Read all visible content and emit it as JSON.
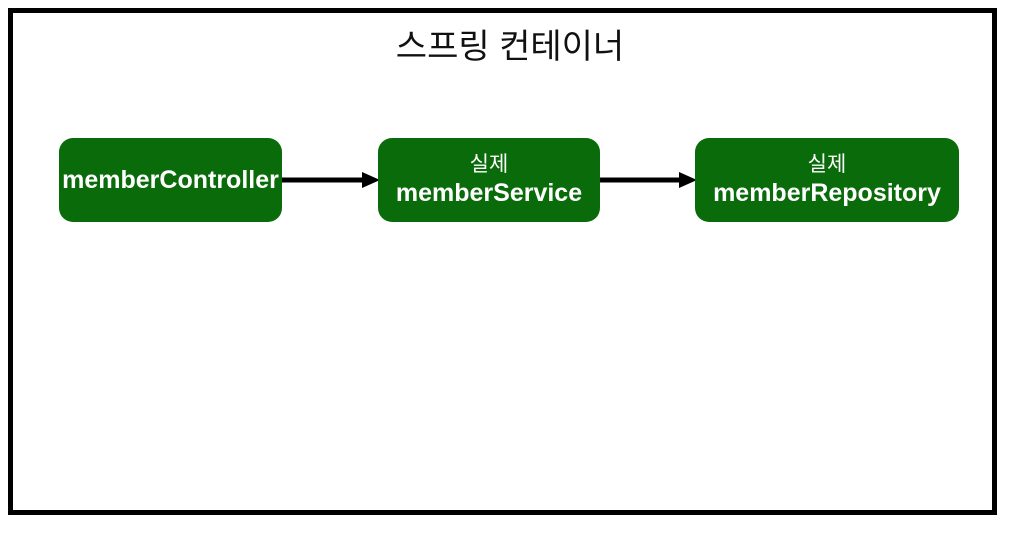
{
  "diagram": {
    "type": "flow",
    "title": "스프링 컨테이너",
    "background_color": "#ffffff",
    "frame_border_color": "#000000",
    "node_fill_color": "#0a6b0a",
    "node_text_color": "#ffffff",
    "arrow_color": "#000000",
    "nodes": [
      {
        "id": "member-controller",
        "qualifier": "",
        "name": "memberController",
        "lines": 1
      },
      {
        "id": "member-service",
        "qualifier": "실제",
        "name": "memberService",
        "lines": 2
      },
      {
        "id": "member-repository",
        "qualifier": "실제",
        "name": "memberRepository",
        "lines": 2
      }
    ],
    "edges": [
      {
        "id": "controller-to-service",
        "from": "member-controller",
        "to": "member-service",
        "label": "",
        "style": "solid-arrow"
      },
      {
        "id": "service-to-repository",
        "from": "member-service",
        "to": "member-repository",
        "label": "",
        "style": "solid-arrow"
      }
    ]
  }
}
